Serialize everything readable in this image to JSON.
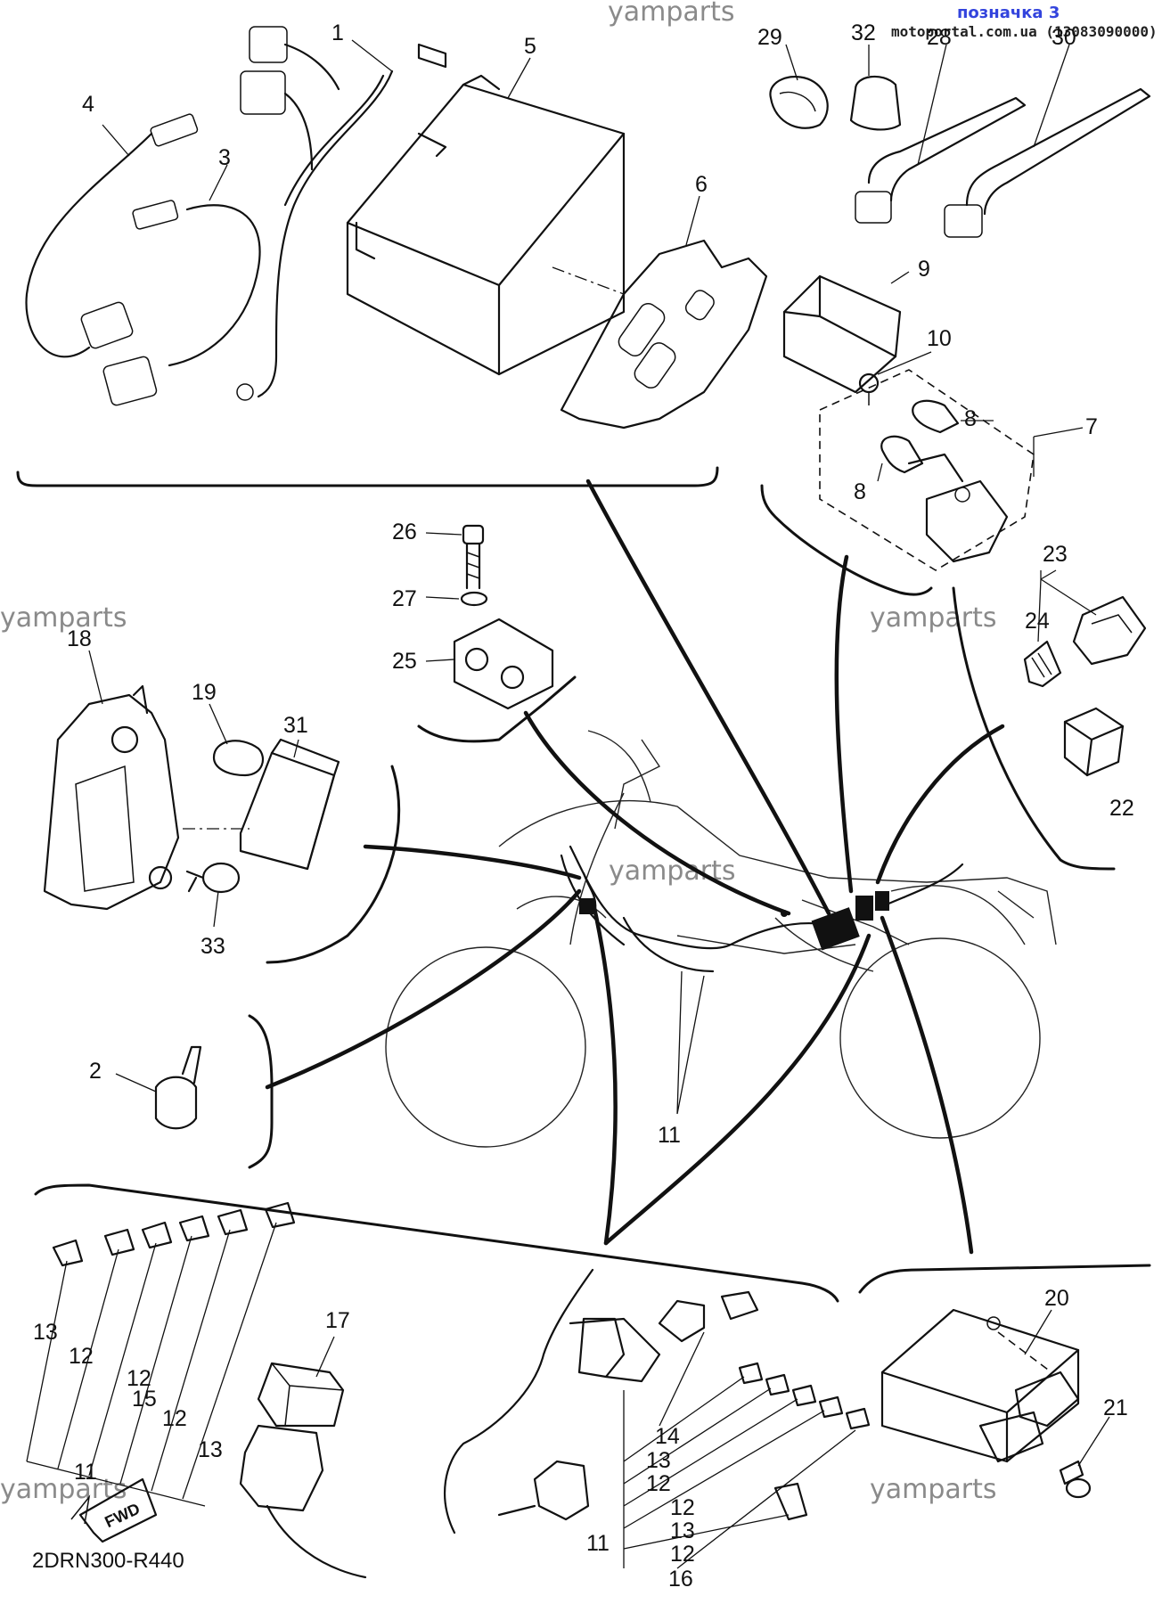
{
  "header": {
    "badge": "позначка 3",
    "site": "motoportal.com.ua (13083090000)"
  },
  "watermark": "yamparts",
  "diagram_code": "2DRN300-R440",
  "fwd_label": "FWD",
  "part_numbers": [
    "1",
    "2",
    "3",
    "4",
    "5",
    "6",
    "7",
    "8",
    "9",
    "10",
    "11",
    "12",
    "13",
    "14",
    "15",
    "16",
    "17",
    "18",
    "19",
    "20",
    "21",
    "22",
    "23",
    "24",
    "25",
    "26",
    "27",
    "28",
    "29",
    "30",
    "31",
    "32",
    "33"
  ],
  "callouts": {
    "c1": "1",
    "c2": "2",
    "c3": "3",
    "c4": "4",
    "c5": "5",
    "c6": "6",
    "c7": "7",
    "c8a": "8",
    "c8b": "8",
    "c9": "9",
    "c10": "10",
    "c11a": "11",
    "c11b": "11",
    "c11c": "11",
    "c12a": "12",
    "c12b": "12",
    "c12c": "12",
    "c12d": "12",
    "c12e": "12",
    "c12f": "12",
    "c13a": "13",
    "c13b": "13",
    "c13c": "13",
    "c13d": "13",
    "c14": "14",
    "c15": "15",
    "c16": "16",
    "c17": "17",
    "c18": "18",
    "c19": "19",
    "c20": "20",
    "c21": "21",
    "c22": "22",
    "c23": "23",
    "c24": "24",
    "c25": "25",
    "c26": "26",
    "c27": "27",
    "c28": "28",
    "c29": "29",
    "c30": "30",
    "c31": "31",
    "c32": "32",
    "c33": "33"
  }
}
